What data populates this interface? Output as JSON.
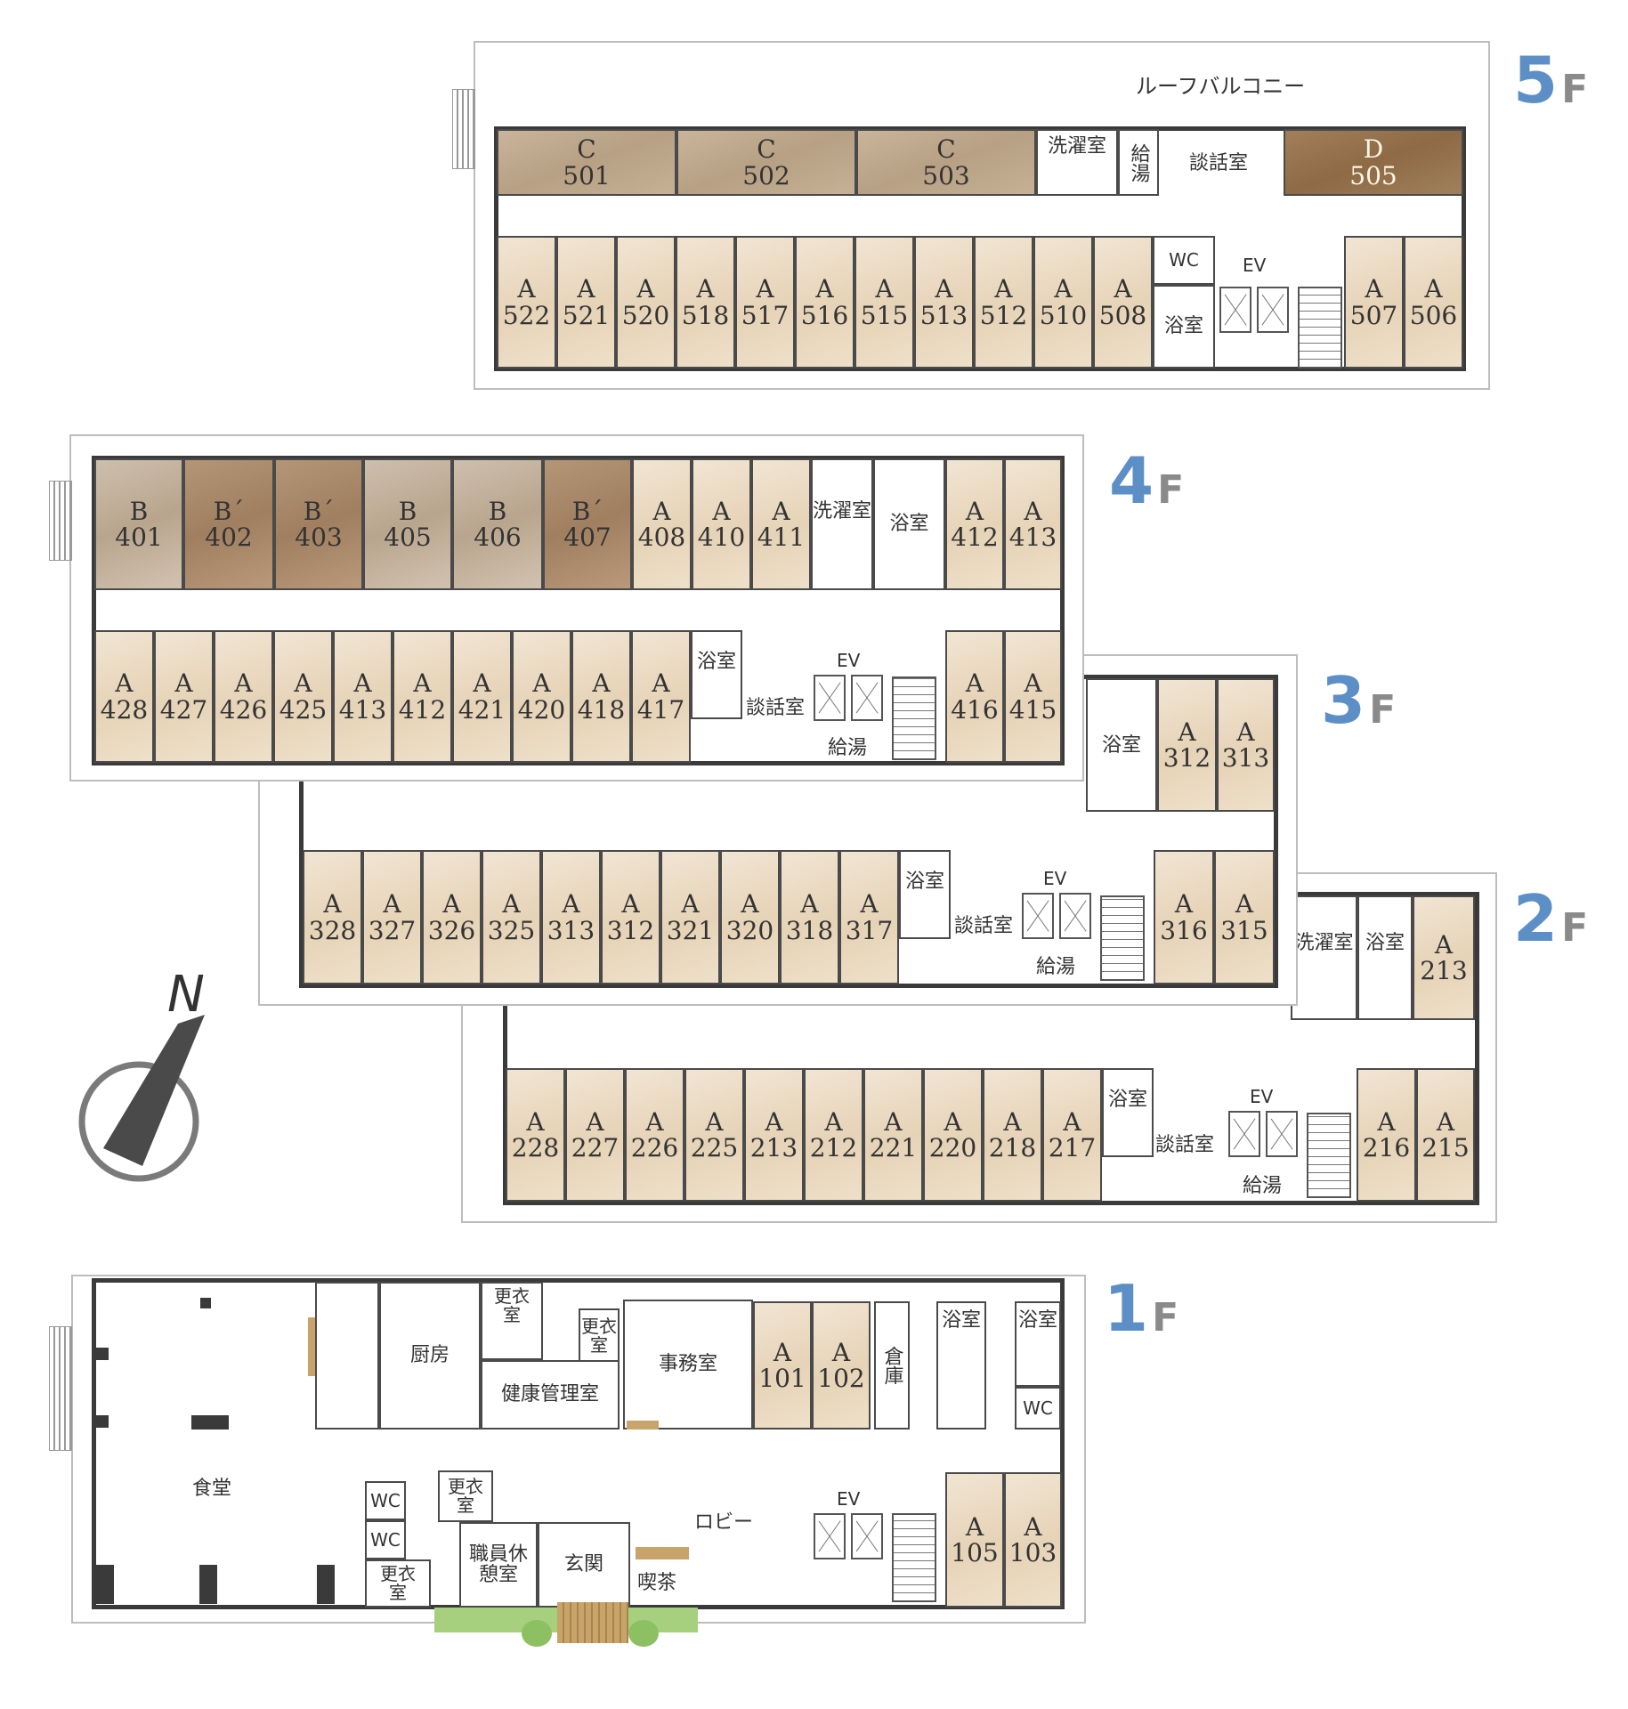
{
  "floors": {
    "f5": {
      "num": "5",
      "suffix": "F"
    },
    "f4": {
      "num": "4",
      "suffix": "F"
    },
    "f3": {
      "num": "3",
      "suffix": "F"
    },
    "f2": {
      "num": "2",
      "suffix": "F"
    },
    "f1": {
      "num": "1",
      "suffix": "F"
    }
  },
  "labels": {
    "roof_balcony": "ルーフバルコニー",
    "laundry": "洗濯室",
    "kyuto": "給湯",
    "danwa": "談話室",
    "wc": "WC",
    "ev": "EV",
    "bath": "浴室",
    "shokudo": "食堂",
    "chubo": "厨房",
    "kouishitsu": "更衣室",
    "kenkou": "健康管理室",
    "jimushitsu": "事務室",
    "souko": "倉庫",
    "lobby": "ロビー",
    "shokuin": "職員休憩室",
    "genkan": "玄関",
    "kissa": "喫茶",
    "north": "N"
  },
  "rooms5_top": [
    {
      "type": "C",
      "num": "501"
    },
    {
      "type": "C",
      "num": "502"
    },
    {
      "type": "C",
      "num": "503"
    },
    {
      "type": "D",
      "num": "505"
    }
  ],
  "rooms5_bottom": [
    {
      "type": "A",
      "num": "522"
    },
    {
      "type": "A",
      "num": "521"
    },
    {
      "type": "A",
      "num": "520"
    },
    {
      "type": "A",
      "num": "518"
    },
    {
      "type": "A",
      "num": "517"
    },
    {
      "type": "A",
      "num": "516"
    },
    {
      "type": "A",
      "num": "515"
    },
    {
      "type": "A",
      "num": "513"
    },
    {
      "type": "A",
      "num": "512"
    },
    {
      "type": "A",
      "num": "510"
    },
    {
      "type": "A",
      "num": "508"
    },
    {
      "type": "A",
      "num": "507"
    },
    {
      "type": "A",
      "num": "506"
    }
  ],
  "rooms4_top": [
    {
      "type": "B",
      "num": "401"
    },
    {
      "type": "B´",
      "num": "402"
    },
    {
      "type": "B´",
      "num": "403"
    },
    {
      "type": "B",
      "num": "405"
    },
    {
      "type": "B",
      "num": "406"
    },
    {
      "type": "B´",
      "num": "407"
    },
    {
      "type": "A",
      "num": "408"
    },
    {
      "type": "A",
      "num": "410"
    },
    {
      "type": "A",
      "num": "411"
    },
    {
      "type": "A",
      "num": "412"
    },
    {
      "type": "A",
      "num": "413"
    }
  ],
  "rooms4_bottom": [
    {
      "type": "A",
      "num": "428"
    },
    {
      "type": "A",
      "num": "427"
    },
    {
      "type": "A",
      "num": "426"
    },
    {
      "type": "A",
      "num": "425"
    },
    {
      "type": "A",
      "num": "413"
    },
    {
      "type": "A",
      "num": "412"
    },
    {
      "type": "A",
      "num": "421"
    },
    {
      "type": "A",
      "num": "420"
    },
    {
      "type": "A",
      "num": "418"
    },
    {
      "type": "A",
      "num": "417"
    },
    {
      "type": "A",
      "num": "416"
    },
    {
      "type": "A",
      "num": "415"
    }
  ],
  "rooms3_top": [
    {
      "type": "A",
      "num": "312"
    },
    {
      "type": "A",
      "num": "313"
    }
  ],
  "rooms3_bottom": [
    {
      "type": "A",
      "num": "328"
    },
    {
      "type": "A",
      "num": "327"
    },
    {
      "type": "A",
      "num": "326"
    },
    {
      "type": "A",
      "num": "325"
    },
    {
      "type": "A",
      "num": "313"
    },
    {
      "type": "A",
      "num": "312"
    },
    {
      "type": "A",
      "num": "321"
    },
    {
      "type": "A",
      "num": "320"
    },
    {
      "type": "A",
      "num": "318"
    },
    {
      "type": "A",
      "num": "317"
    },
    {
      "type": "A",
      "num": "316"
    },
    {
      "type": "A",
      "num": "315"
    }
  ],
  "rooms2_top": [
    {
      "type": "A",
      "num": "213"
    }
  ],
  "rooms2_bottom": [
    {
      "type": "A",
      "num": "228"
    },
    {
      "type": "A",
      "num": "227"
    },
    {
      "type": "A",
      "num": "226"
    },
    {
      "type": "A",
      "num": "225"
    },
    {
      "type": "A",
      "num": "213"
    },
    {
      "type": "A",
      "num": "212"
    },
    {
      "type": "A",
      "num": "221"
    },
    {
      "type": "A",
      "num": "220"
    },
    {
      "type": "A",
      "num": "218"
    },
    {
      "type": "A",
      "num": "217"
    },
    {
      "type": "A",
      "num": "216"
    },
    {
      "type": "A",
      "num": "215"
    }
  ],
  "rooms1": [
    {
      "type": "A",
      "num": "101"
    },
    {
      "type": "A",
      "num": "102"
    },
    {
      "type": "A",
      "num": "105"
    },
    {
      "type": "A",
      "num": "103"
    }
  ]
}
